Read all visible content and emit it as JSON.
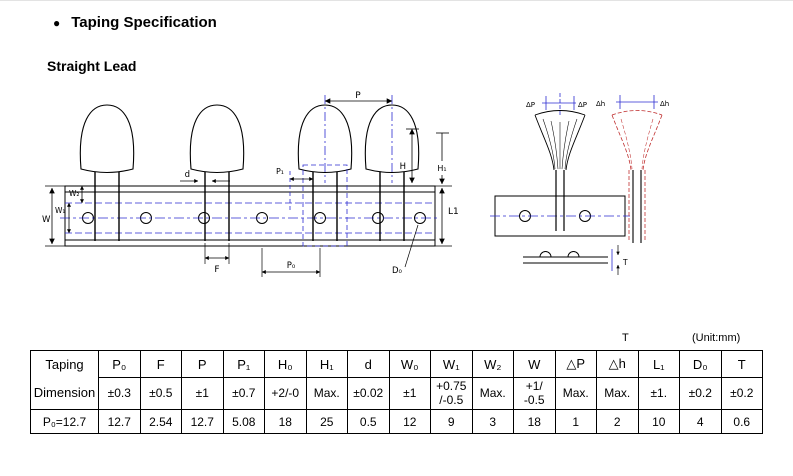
{
  "page": {
    "bullet": "●",
    "title": "Taping Specification",
    "subtitle": "Straight Lead"
  },
  "caption": {
    "t": "T",
    "unit": "(Unit:mm)"
  },
  "diagram": {
    "labels": {
      "p": "P",
      "d": "d",
      "p1": "P₁",
      "h": "H",
      "h1": "H₁",
      "l1": "L1",
      "w2": "W₂",
      "w1": "W₁",
      "w": "W",
      "f": "F",
      "p0": "P₀",
      "d0": "D₀",
      "dp": "ΔP",
      "dh": "Δh",
      "t": "T"
    }
  },
  "table": {
    "corner": {
      "line1": "Taping",
      "line2": "Dimension"
    },
    "row_label": "P₀=12.7",
    "columns": [
      "P₀",
      "F",
      "P",
      "P₁",
      "H₀",
      "H₁",
      "d",
      "W₀",
      "W₁",
      "W₂",
      "W",
      "△P",
      "△h",
      "L₁",
      "D₀",
      "T"
    ],
    "tolerances": [
      "±0.3",
      "±0.5",
      "±1",
      "±0.7",
      "+2/-0",
      "Max.",
      "±0.02",
      "±1",
      "+0.75\n/-0.5",
      "Max.",
      "+1/\n-0.5",
      "Max.",
      "Max.",
      "±1.",
      "±0.2",
      "±0.2"
    ],
    "values": [
      "12.7",
      "2.54",
      "12.7",
      "5.08",
      "18",
      "25",
      "0.5",
      "12",
      "9",
      "3",
      "18",
      "1",
      "2",
      "10",
      "4",
      "0.6"
    ]
  }
}
